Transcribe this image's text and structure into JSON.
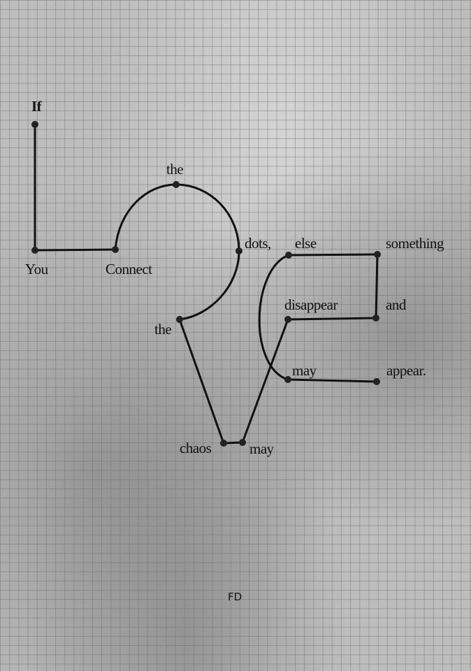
{
  "words": {
    "if": "If",
    "you": "You",
    "connect": "Connect",
    "the1": "the",
    "dots": "dots,",
    "the2": "the",
    "chaos": "chaos",
    "may1": "may",
    "disappear": "disappear",
    "and": "and",
    "something": "something",
    "else": "else",
    "may2": "may",
    "appear": "appear."
  },
  "signature": "FD",
  "colors": {
    "ink": "#111111",
    "paper": "#bdbdbd"
  }
}
